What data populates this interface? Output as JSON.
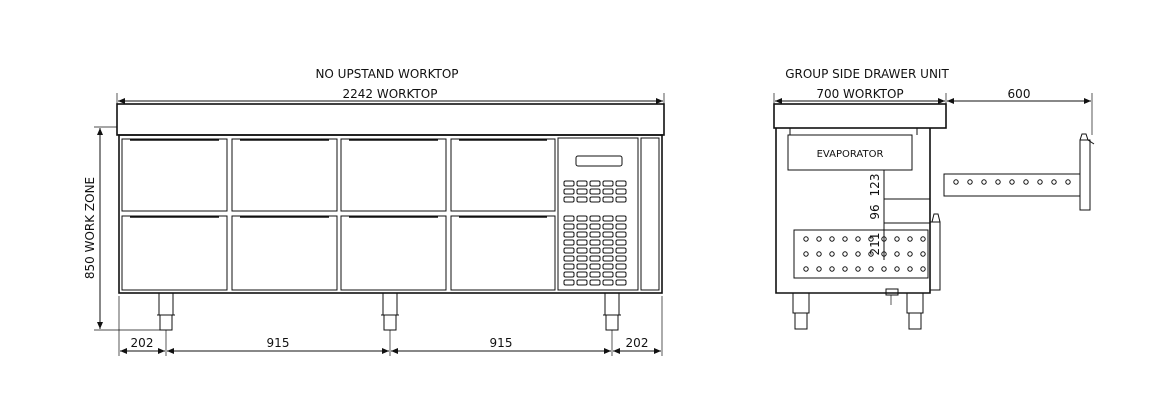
{
  "front_view": {
    "title": "NO UPSTAND WORKTOP",
    "worktop_label": "2242 WORKTOP",
    "height_label": "850 WORK ZONE",
    "dims": [
      "202",
      "915",
      "915",
      "202"
    ]
  },
  "side_view": {
    "title": "GROUP SIDE DRAWER UNIT",
    "worktop_label": "700 WORKTOP",
    "extension_label": "600",
    "evaporator_label": "EVAPORATOR",
    "dims_vertical": [
      "123",
      "96",
      "211"
    ]
  }
}
